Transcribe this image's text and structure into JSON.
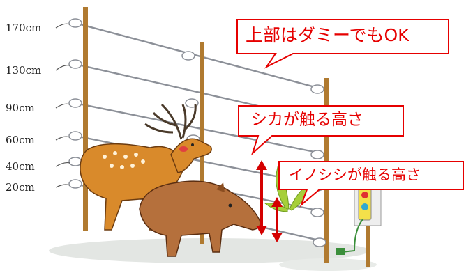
{
  "height_labels": [
    "170cm",
    "130cm",
    "90cm",
    "60cm",
    "40cm",
    "20cm"
  ],
  "callouts": {
    "top": "上部はダミーでもOK",
    "deer": "シカが触る高さ",
    "boar": "イノシシが触る高さ"
  },
  "colors": {
    "callout_text": "#e60000",
    "callout_border": "#e60000",
    "post": "#b07a30",
    "wire": "#8c9098",
    "arrow": "#d40000",
    "deer_body": "#d98a2b",
    "boar_body": "#b5703c"
  }
}
